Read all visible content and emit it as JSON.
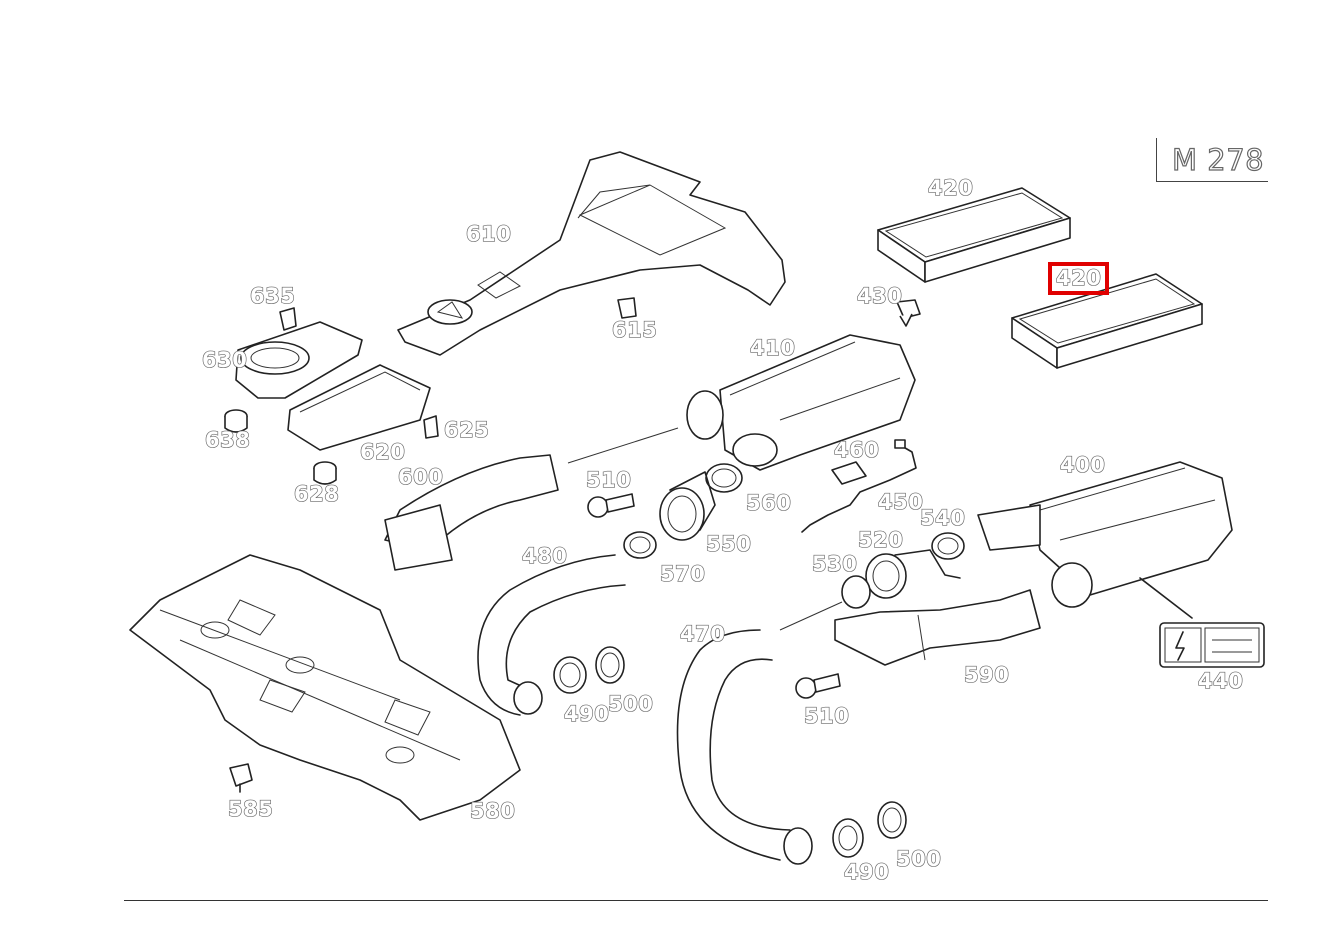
{
  "model": "M 278",
  "highlight_color": "#e00000",
  "labels": {
    "p420a": "420",
    "p420b": "420",
    "p610": "610",
    "p635": "635",
    "p630": "630",
    "p638": "638",
    "p615": "615",
    "p430": "430",
    "p410": "410",
    "p620": "620",
    "p625": "625",
    "p600": "600",
    "p628": "628",
    "p510a": "510",
    "p460": "460",
    "p400": "400",
    "p560": "560",
    "p450": "450",
    "p540": "540",
    "p550": "550",
    "p520": "520",
    "p480": "480",
    "p570": "570",
    "p530": "530",
    "p470": "470",
    "p590": "590",
    "p440": "440",
    "p510b": "510",
    "p490a": "490",
    "p500a": "500",
    "p585": "585",
    "p580": "580",
    "p490b": "490",
    "p500b": "500"
  }
}
